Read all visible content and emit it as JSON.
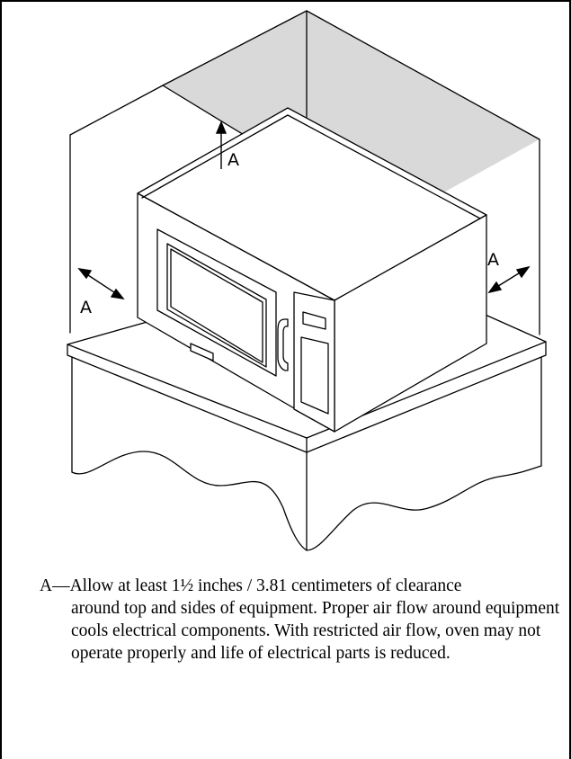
{
  "diagram": {
    "labels": {
      "top": "A",
      "left": "A",
      "right": "A"
    },
    "colors": {
      "shade": "#d9d9d9",
      "line": "#000000",
      "background": "#ffffff"
    }
  },
  "caption": {
    "line1": "A—Allow at least 1½ inches / 3.81 centimeters of clearance",
    "rest": "around top and sides of equipment. Proper air flow around equipment cools electrical components. With restricted air flow, oven may not operate properly and life of electrical parts is reduced."
  }
}
